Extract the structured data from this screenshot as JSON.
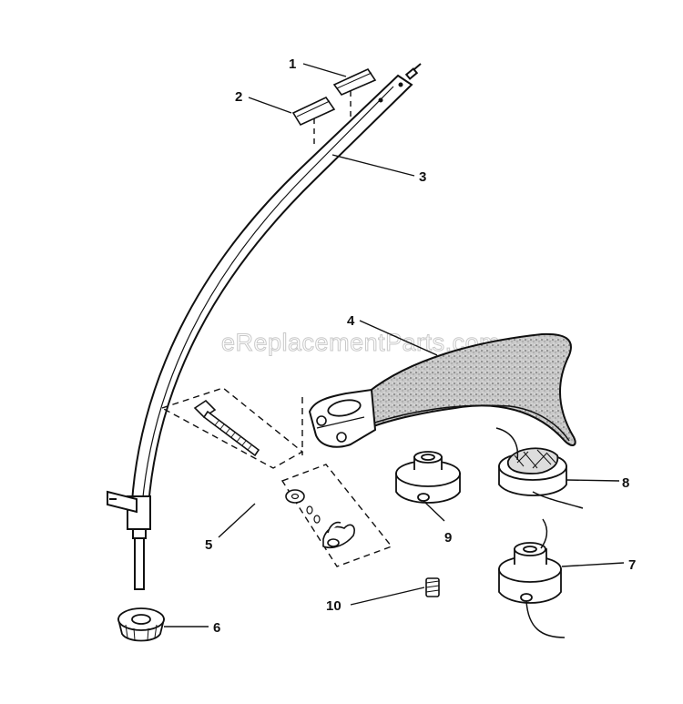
{
  "watermark": "eReplacementParts.com",
  "colors": {
    "line": "#111111",
    "shaft_fill": "#ffffff",
    "guard_fill": "#c8c8c8",
    "watermark_stroke": "#c9c9c9"
  },
  "callouts": {
    "c1": "1",
    "c2": "2",
    "c3": "3",
    "c4": "4",
    "c5": "5",
    "c6": "6",
    "c7": "7",
    "c8": "8",
    "c9": "9",
    "c10": "10"
  }
}
